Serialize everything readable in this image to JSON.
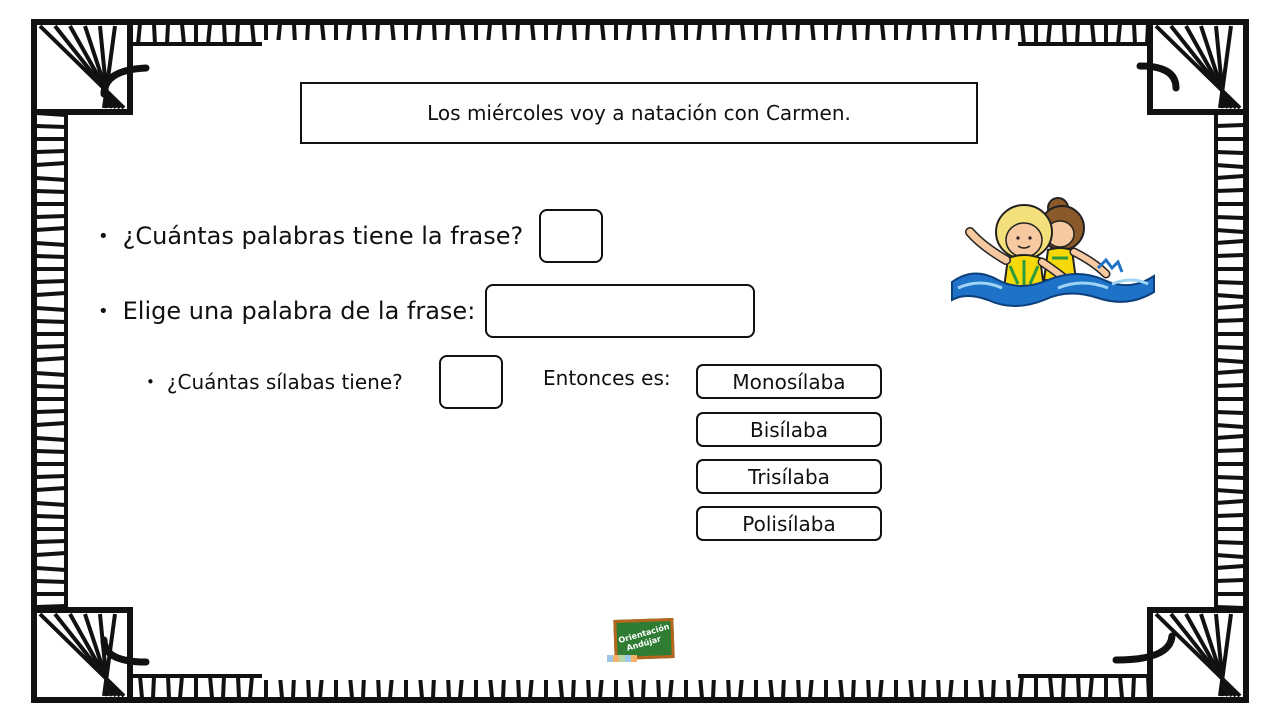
{
  "slide": {
    "sentence": "Los miércoles voy a natación con Carmen.",
    "bullet_glyph": "•",
    "questions": {
      "word_count": "¿Cuántas palabras tiene la frase?",
      "choose_word": "Elige una palabra de la frase:",
      "syllable_count": "¿Cuántas sílabas tiene?"
    },
    "then_label": "Entonces es:",
    "options": [
      "Monosílaba",
      "Bisílaba",
      "Trisílaba",
      "Polisílaba"
    ],
    "logo": {
      "line1": "Orientación",
      "line2": "Andújar"
    },
    "illustration_icon": "children-swimming-icon",
    "colors": {
      "frame": "#111111",
      "swimsuit": "#f5d90a",
      "swimsuit_stripe": "#2e9b3a",
      "water": "#1e73c8",
      "logo_board": "#2e7d32"
    }
  }
}
